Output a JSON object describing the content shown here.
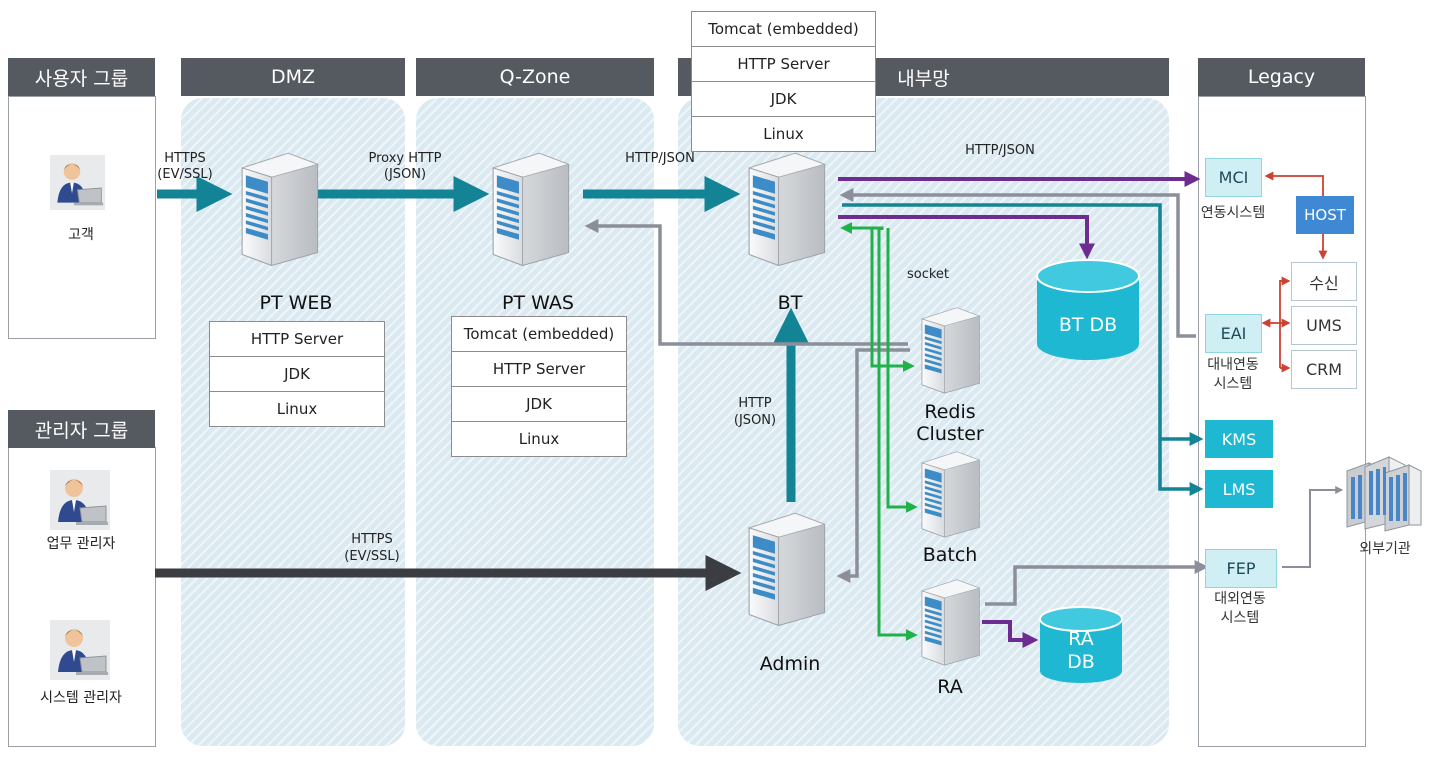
{
  "colors": {
    "teal": "#138495",
    "purple": "#6d2c8f",
    "gray": "#8c8f99",
    "green": "#20b14a",
    "dark": "#3c3d42",
    "red": "#cc4133",
    "header_bg": "#555a60",
    "db_cyan": "#1fb8d2",
    "host_blue": "#3e88d4"
  },
  "headers": {
    "user_group": "사용자 그룹",
    "dmz": "DMZ",
    "qzone": "Q-Zone",
    "internal": "내부망",
    "legacy": "Legacy",
    "admin_group": "관리자 그룹"
  },
  "users": {
    "customer": "고객",
    "biz_admin": "업무 관리자",
    "sys_admin": "시스템 관리자"
  },
  "stacks": {
    "top": [
      "Tomcat (embedded)",
      "HTTP Server",
      "JDK",
      "Linux"
    ],
    "ptweb": [
      "HTTP Server",
      "JDK",
      "Linux"
    ],
    "ptwas": [
      "Tomcat (embedded)",
      "HTTP Server",
      "JDK",
      "Linux"
    ]
  },
  "nodes": {
    "ptweb": "PT WEB",
    "ptwas": "PT WAS",
    "bt": "BT",
    "redis1": "Redis",
    "redis2": "Cluster",
    "batch": "Batch",
    "admin": "Admin",
    "ra": "RA"
  },
  "dbs": {
    "btdb": "BT DB",
    "radb1": "RA",
    "radb2": "DB"
  },
  "protocols": {
    "https1": "HTTPS",
    "https2": "(EV/SSL)",
    "proxy1": "Proxy HTTP",
    "proxy2": "(JSON)",
    "httpjson": "HTTP/JSON",
    "httpjson2": "HTTP/JSON",
    "socket": "socket",
    "http1": "HTTP",
    "http2": "(JSON)",
    "adminhttps1": "HTTPS",
    "adminhttps2": "(EV/SSL)"
  },
  "legacy": {
    "mci": "MCI",
    "mci_sub": "연동시스템",
    "host": "HOST",
    "recv": "수신",
    "ums": "UMS",
    "crm": "CRM",
    "eai": "EAI",
    "eai_sub1": "대내연동",
    "eai_sub2": "시스템",
    "kms": "KMS",
    "lms": "LMS",
    "fep": "FEP",
    "fep_sub1": "대외연동",
    "fep_sub2": "시스템",
    "external": "외부기관"
  }
}
